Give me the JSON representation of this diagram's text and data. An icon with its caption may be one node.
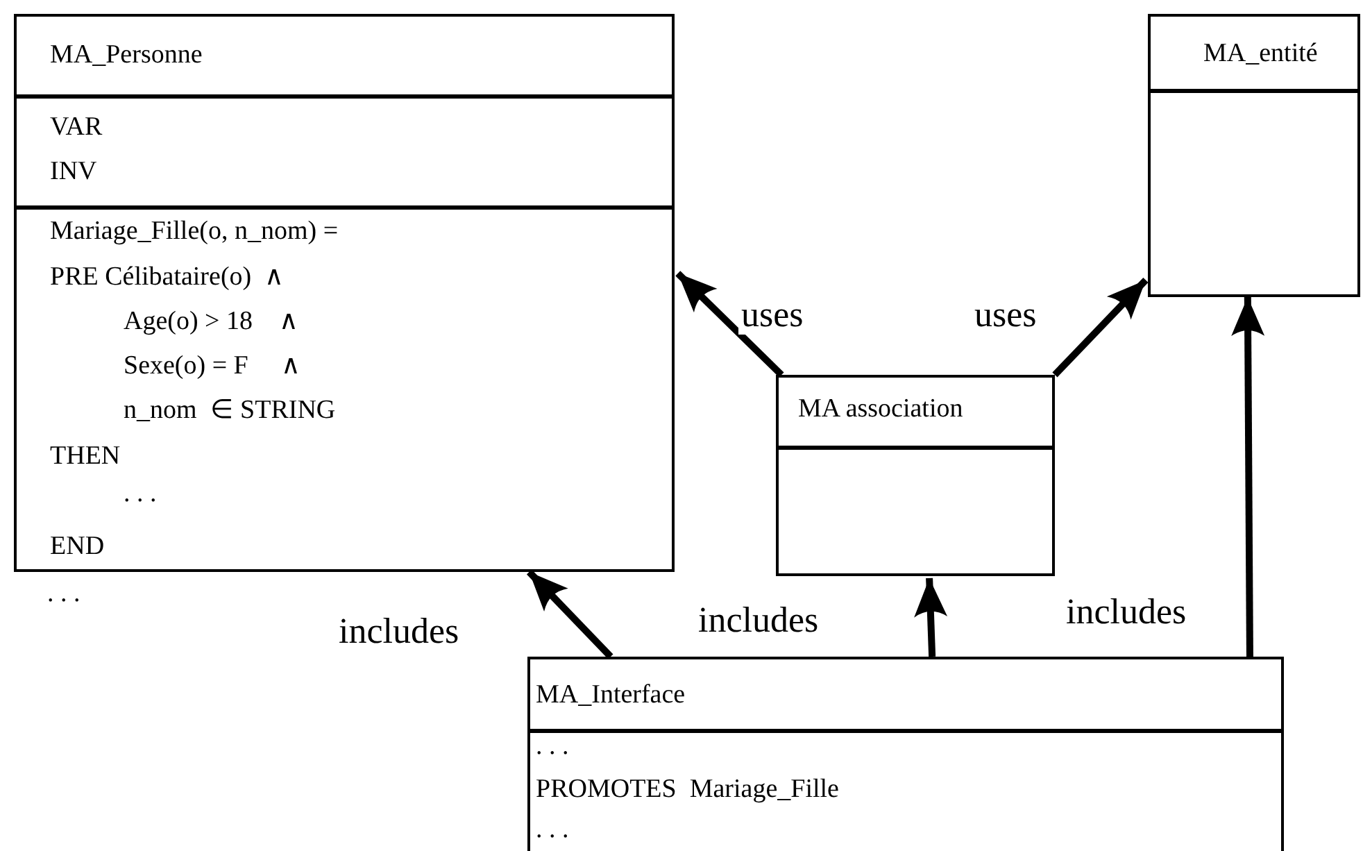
{
  "diagram": {
    "nodes": [
      {
        "text": [
          "MA_Personne",
          "VAR",
          "INV",
          "Mariage_Fille(o, n_nom) =",
          "PRE Célibataire(o)  ∧",
          "Age(o) > 18    ∧",
          "Sexe(o) = F     ∧",
          "n_nom  ∈ STRING",
          "THEN",
          ". . .",
          "END"
        ],
        "beside": [
          ". . ."
        ]
      },
      {
        "text": [
          "MA_entité"
        ]
      },
      {
        "text": [
          "MA association"
        ]
      },
      {
        "text": [
          "MA_Interface",
          ". . .",
          "PROMOTES  Mariage_Fille",
          ". . ."
        ]
      }
    ],
    "edges": [
      {
        "from": 2,
        "to": 0,
        "label": "uses",
        "arrow": "to"
      },
      {
        "from": 2,
        "to": 1,
        "label": "uses",
        "arrow": "to"
      },
      {
        "from": 3,
        "to": 0,
        "label": "includes",
        "arrow": "to"
      },
      {
        "from": 3,
        "to": 2,
        "label": "includes",
        "arrow": "to"
      },
      {
        "from": 3,
        "to": 1,
        "label": "includes",
        "arrow": "to"
      }
    ]
  }
}
